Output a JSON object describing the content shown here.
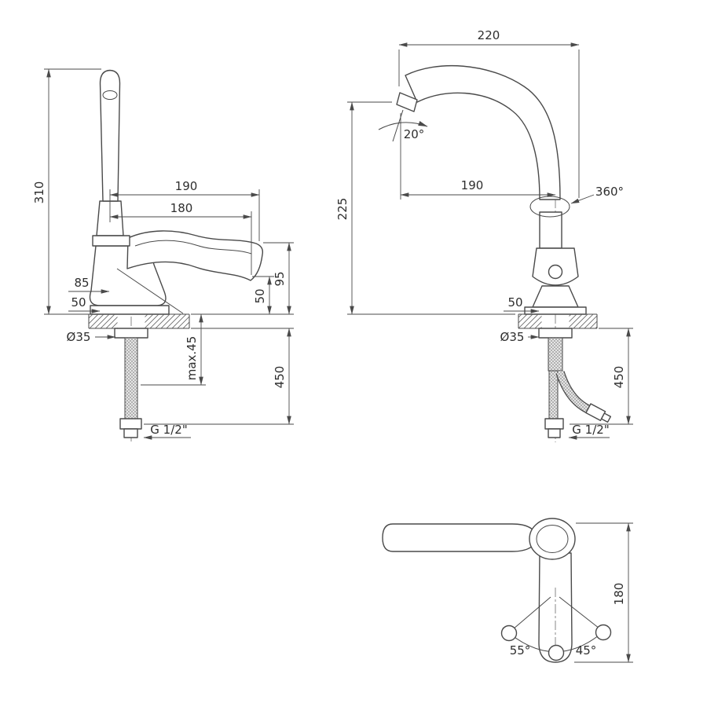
{
  "drawing": {
    "side_view": {
      "height_total": "310",
      "reach_190": "190",
      "reach_180": "180",
      "offset_85": "85",
      "offset_50": "50",
      "hole_diameter": "Ø35",
      "max_thickness": "max.45",
      "spout_height_95": "95",
      "spout_height_50": "50",
      "hose_length_450": "450",
      "thread_label": "G 1/2\""
    },
    "front_view": {
      "width_220": "220",
      "aerator_angle": "20°",
      "reach_190": "190",
      "swivel_angle": "360°",
      "height_225": "225",
      "offset_50": "50",
      "hole_diameter": "Ø35",
      "hose_length_450": "450",
      "thread_label": "G 1/2\""
    },
    "top_view": {
      "handle_length_180": "180",
      "swing_angle_left": "55°",
      "swing_angle_right": "45°"
    },
    "colors": {
      "line": "#4a4a4a",
      "background": "#ffffff"
    }
  }
}
